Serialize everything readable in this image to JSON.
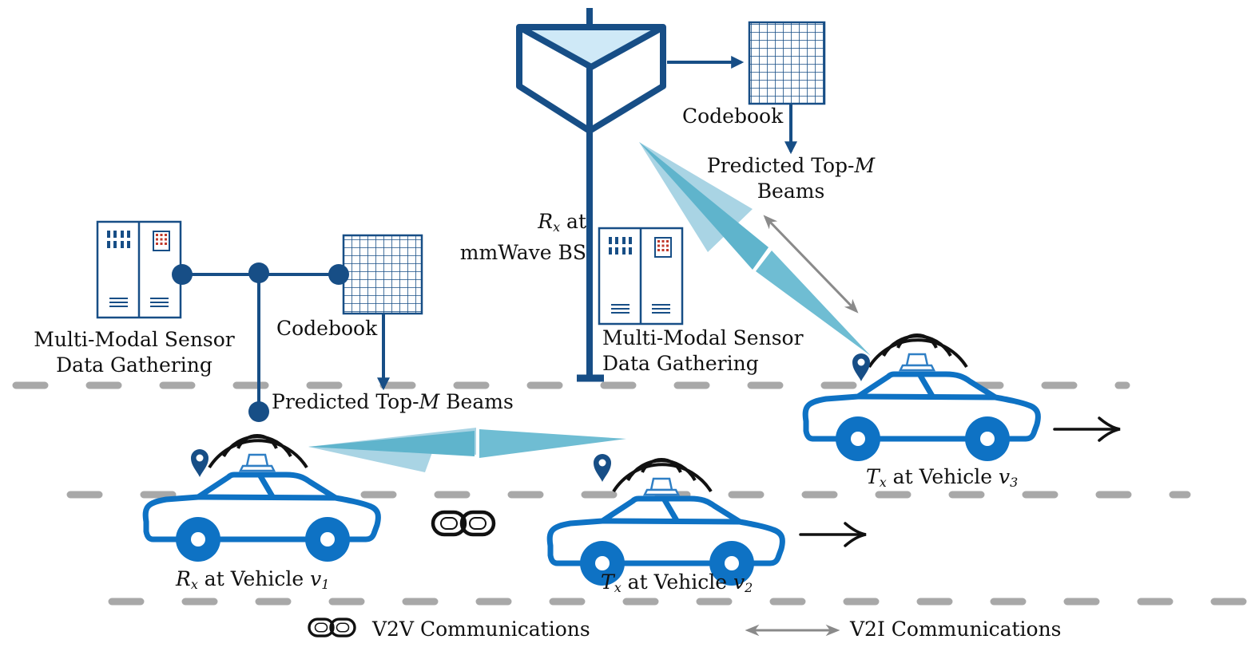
{
  "labels": {
    "codebook_left": "Codebook",
    "codebook_right": "Codebook",
    "sensor_left_line1": "Multi-Modal Sensor",
    "sensor_left_line2": "Data Gathering",
    "sensor_mid_line1": "Multi-Modal Sensor",
    "sensor_mid_line2": "Data Gathering",
    "bs_rx_symbol": "R",
    "bs_rx_sub": "x",
    "bs_at": " at",
    "bs_name": "mmWave BS",
    "pred_left_prefix": "Predicted Top-",
    "pred_left_m": "M",
    "pred_left_suffix": " Beams",
    "pred_right_prefix": "Predicted Top-",
    "pred_right_m": "M",
    "pred_right_line2": "Beams",
    "v1_sym": "R",
    "v1_sub": "x",
    "v1_text": " at Vehicle ",
    "v1_var": "v",
    "v1_idx": "1",
    "v2_sym": "T",
    "v2_sub": "x",
    "v2_text": " at Vehicle ",
    "v2_var": "v",
    "v2_idx": "2",
    "v3_sym": "T",
    "v3_sub": "x",
    "v3_text": " at Vehicle ",
    "v3_var": "v",
    "v3_idx": "3"
  },
  "legend": {
    "v2v": "V2V Communications",
    "v2i": "V2I Communications"
  },
  "icons": {
    "link": "link-icon",
    "double_arrow": "double-arrow-icon",
    "location": "location-pin-icon",
    "antenna_array": "antenna-array-icon",
    "server": "server-rack-icon"
  },
  "colors": {
    "navy": "#174e86",
    "car_blue": "#0e72c4",
    "beam_light": "#a9d4e4",
    "beam_dark": "#5fb4cc",
    "road_dash": "#a8a8a8",
    "v2i_arrow": "#8a8a8a"
  }
}
